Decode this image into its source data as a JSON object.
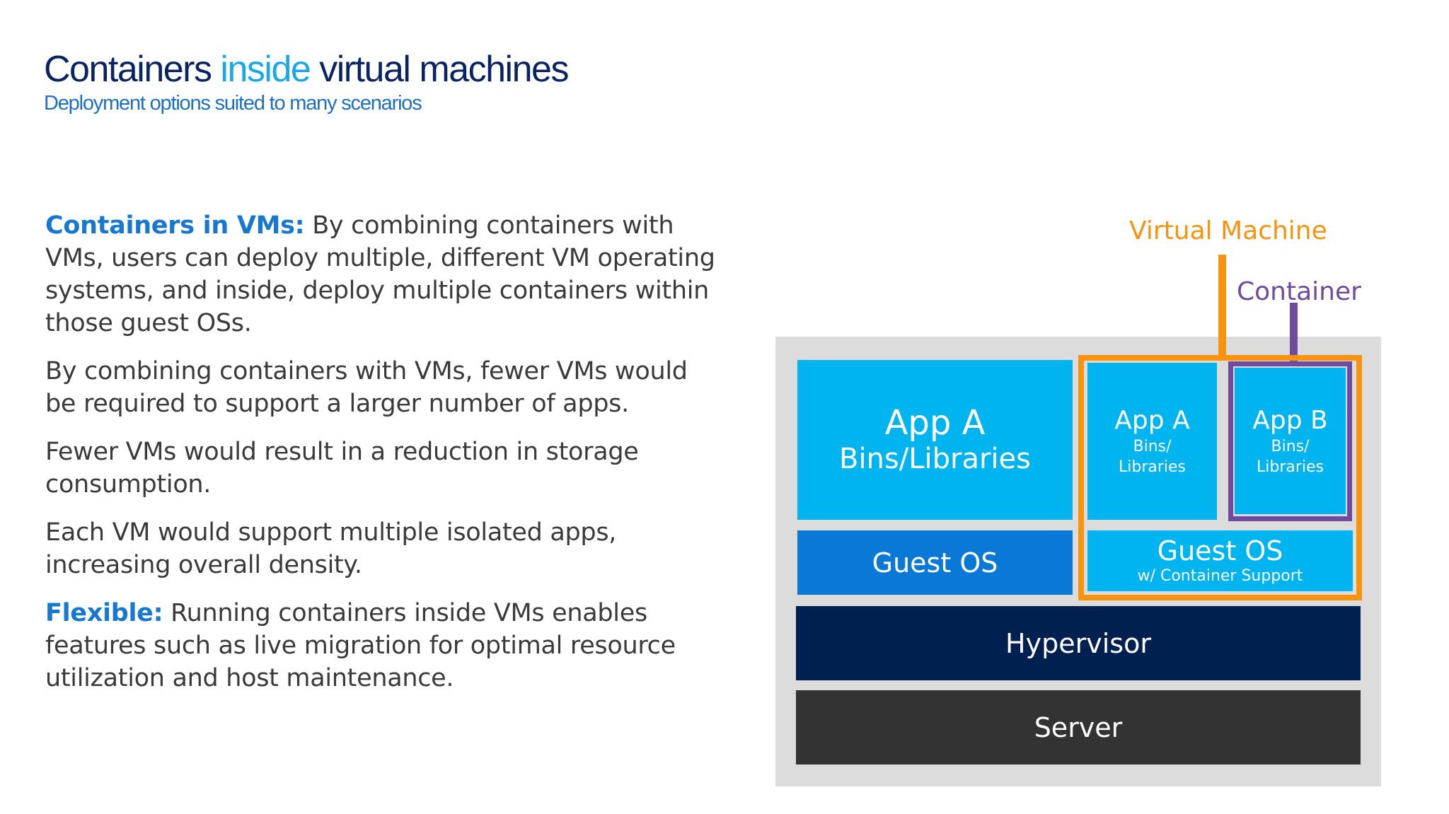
{
  "header": {
    "title_part1": "Containers ",
    "title_accent": "inside",
    "title_part2": " virtual machines",
    "subtitle": "Deployment options suited to many scenarios"
  },
  "body": {
    "p1_lead": "Containers in VMs:",
    "p1_text": " By combining containers with VMs, users can deploy multiple, different VM operating systems, and inside, deploy multiple containers within those guest OSs.",
    "p2_text": "By combining containers with VMs, fewer VMs would be required to support a larger number of apps.",
    "p3_text": "Fewer VMs would result in a reduction in storage consumption.",
    "p4_text": "Each VM would support multiple isolated apps, increasing overall density.",
    "p5_lead": "Flexible:",
    "p5_text": " Running containers inside VMs enables features such as live migration for optimal resource utilization and host maintenance."
  },
  "diagram": {
    "vm_label": "Virtual Machine",
    "container_label": "Container",
    "app_a_left_title": "App A",
    "app_a_left_sub": "Bins/Libraries",
    "guest_os_left": "Guest OS",
    "app_a_right_title": "App A",
    "app_a_right_sub1": "Bins/",
    "app_a_right_sub2": "Libraries",
    "app_b_title": "App B",
    "app_b_sub1": "Bins/",
    "app_b_sub2": "Libraries",
    "guest_os_right": "Guest OS",
    "guest_os_right_sub": "w/ Container Support",
    "hypervisor": "Hypervisor",
    "server": "Server",
    "colors": {
      "cyan": "#00b4ef",
      "blue": "#0a78d6",
      "navy": "#002050",
      "dark": "#333333",
      "orange": "#f7930f",
      "purple": "#6e4b9e",
      "background": "#dcdcdc"
    }
  }
}
